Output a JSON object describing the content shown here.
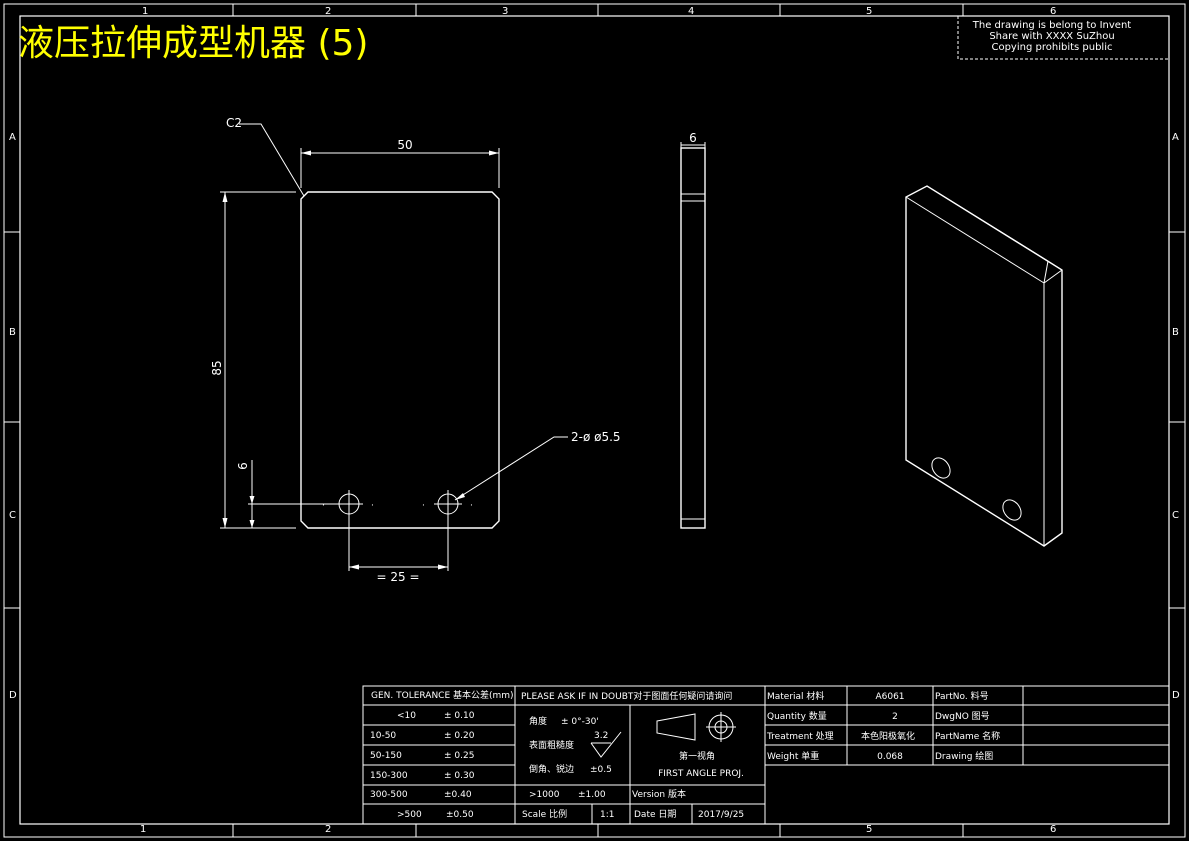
{
  "title": "液压拉伸成型机器 (5)",
  "copyright": [
    "The drawing is belong to Invent",
    "Share with XXXX SuZhou",
    "Copying prohibits public"
  ],
  "grid": {
    "columns": [
      "1",
      "2",
      "3",
      "4",
      "5",
      "6"
    ],
    "rows": [
      "A",
      "B",
      "C",
      "D"
    ]
  },
  "front_view": {
    "width_dim": "50",
    "height_dim": "85",
    "hole_offset_dim": "6",
    "hole_spacing_dim": "= 25 =",
    "chamfer_label": "C2",
    "hole_label": "2-ø ø5.5"
  },
  "side_view": {
    "thickness_dim": "6"
  },
  "title_block": {
    "tolerance_header": "GEN. TOLERANCE 基本公差(mm)",
    "tolerances": [
      {
        "range": "<10",
        "value": "± 0.10"
      },
      {
        "range": "10-50",
        "value": "± 0.20"
      },
      {
        "range": "50-150",
        "value": "± 0.25"
      },
      {
        "range": "150-300",
        "value": "± 0.30"
      },
      {
        "range": "300-500",
        "value": "±0.40"
      },
      {
        "range": ">500",
        "value": "±0.50"
      }
    ],
    "doubt_note": "PLEASE ASK IF IN DOUBT对于图面任何疑问请询问",
    "angle_label": "角度",
    "angle_value": "± 0°-30'",
    "roughness_label": "表面粗糙度",
    "roughness_value": "3.2",
    "edge_label": "倒角、锐边",
    "edge_value": "±0.5",
    "over_1000": ">1000",
    "over_1000_value": "±1.00",
    "projection_cn": "第一视角",
    "projection_en": "FIRST ANGLE PROJ.",
    "scale_label": "Scale 比例",
    "scale_value": "1:1",
    "version_label": "Version 版本",
    "date_label": "Date 日期",
    "date_value": "2017/9/25",
    "material_label": "Material 材料",
    "material_value": "A6061",
    "quantity_label": "Quantity 数量",
    "quantity_value": "2",
    "treatment_label": "Treatment 处理",
    "treatment_value": "本色阳极氧化",
    "weight_label": "Weight 单重",
    "weight_value": "0.068",
    "partno_label": "PartNo. 料号",
    "dwgno_label": "DwgNO 图号",
    "partname_label": "PartName 名称",
    "drawing_label": "Drawing 绘图"
  },
  "colors": {
    "background": "#000000",
    "lines": "#ffffff",
    "title": "#ffff00"
  }
}
